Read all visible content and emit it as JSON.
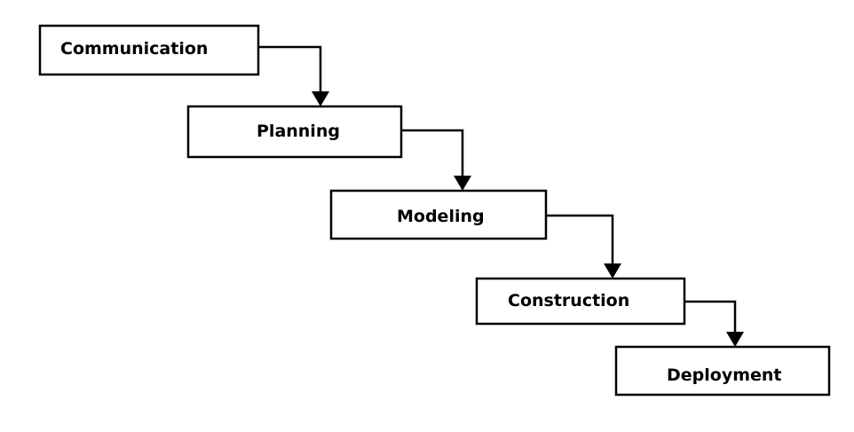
{
  "diagram": {
    "stages": [
      {
        "label": "Communication"
      },
      {
        "label": "Planning"
      },
      {
        "label": "Modeling"
      },
      {
        "label": "Construction"
      },
      {
        "label": "Deployment"
      }
    ]
  }
}
